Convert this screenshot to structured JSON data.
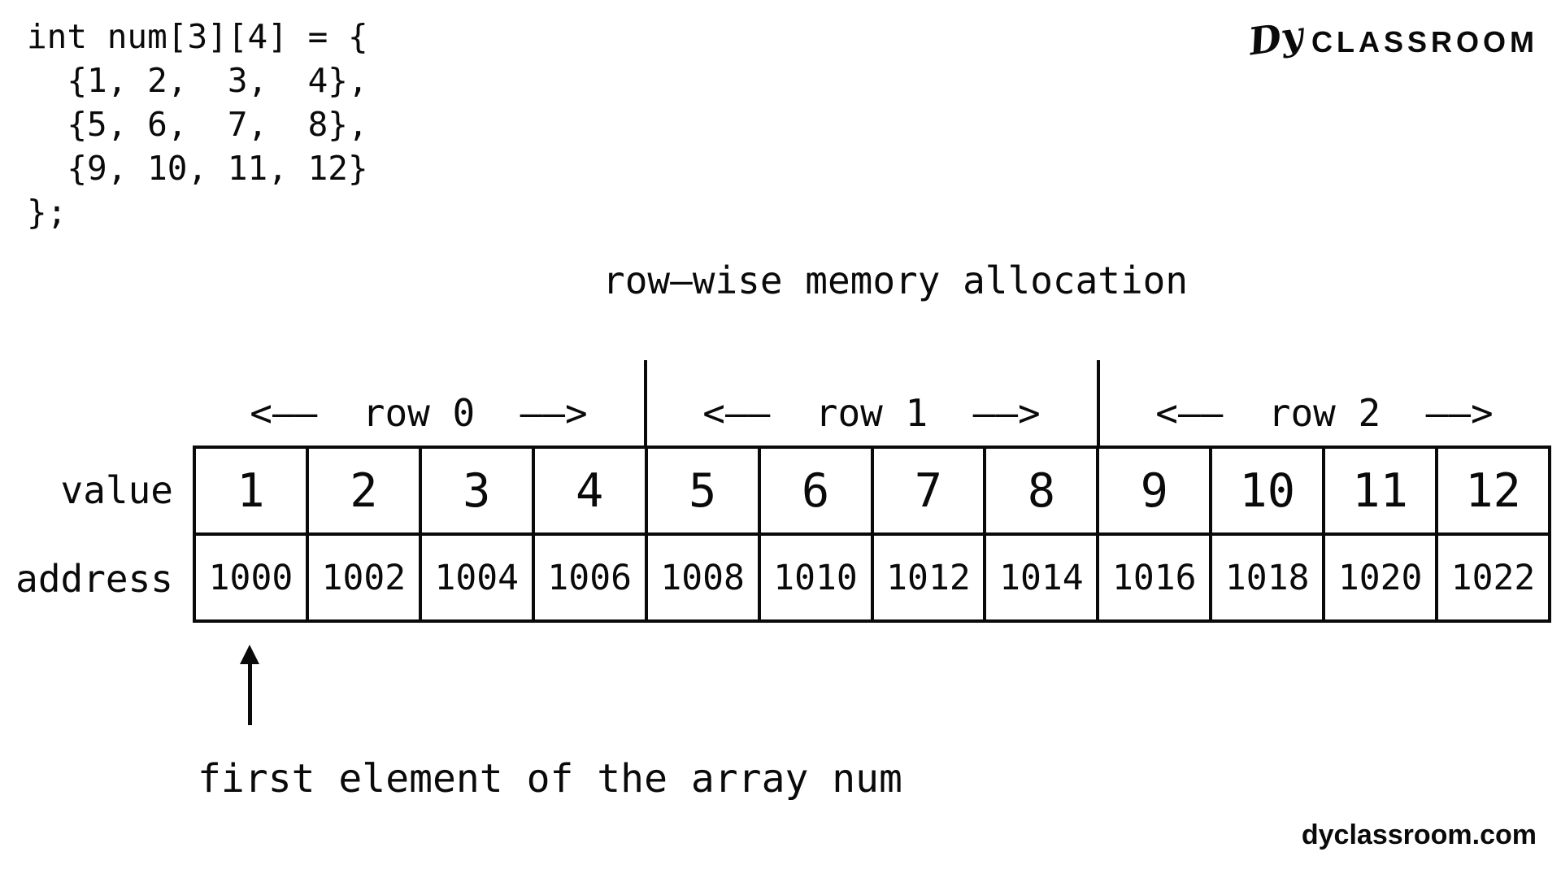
{
  "colors": {
    "ink": "#0a0a0a",
    "background": "#ffffff"
  },
  "code_block": {
    "text": "int num[3][4] = {\n  {1, 2,  3,  4},\n  {5, 6,  7,  8},\n  {9, 10, 11, 12}\n};"
  },
  "logo": {
    "monogram": "Dy",
    "wordmark": "CLASSROOM"
  },
  "diagram": {
    "title": "row—wise memory allocation",
    "row_spans": [
      {
        "label": "<——  row 0  ——>"
      },
      {
        "label": "<——  row 1  ——>"
      },
      {
        "label": "<——  row 2  ——>"
      }
    ],
    "row_headers": {
      "value": "value",
      "address": "address"
    },
    "cells": {
      "values": [
        1,
        2,
        3,
        4,
        5,
        6,
        7,
        8,
        9,
        10,
        11,
        12
      ],
      "addresses": [
        1000,
        1002,
        1004,
        1006,
        1008,
        1010,
        1012,
        1014,
        1016,
        1018,
        1020,
        1022
      ]
    },
    "annotation": "first element of the array num"
  },
  "footer": {
    "watermark": "dyclassroom.com"
  }
}
